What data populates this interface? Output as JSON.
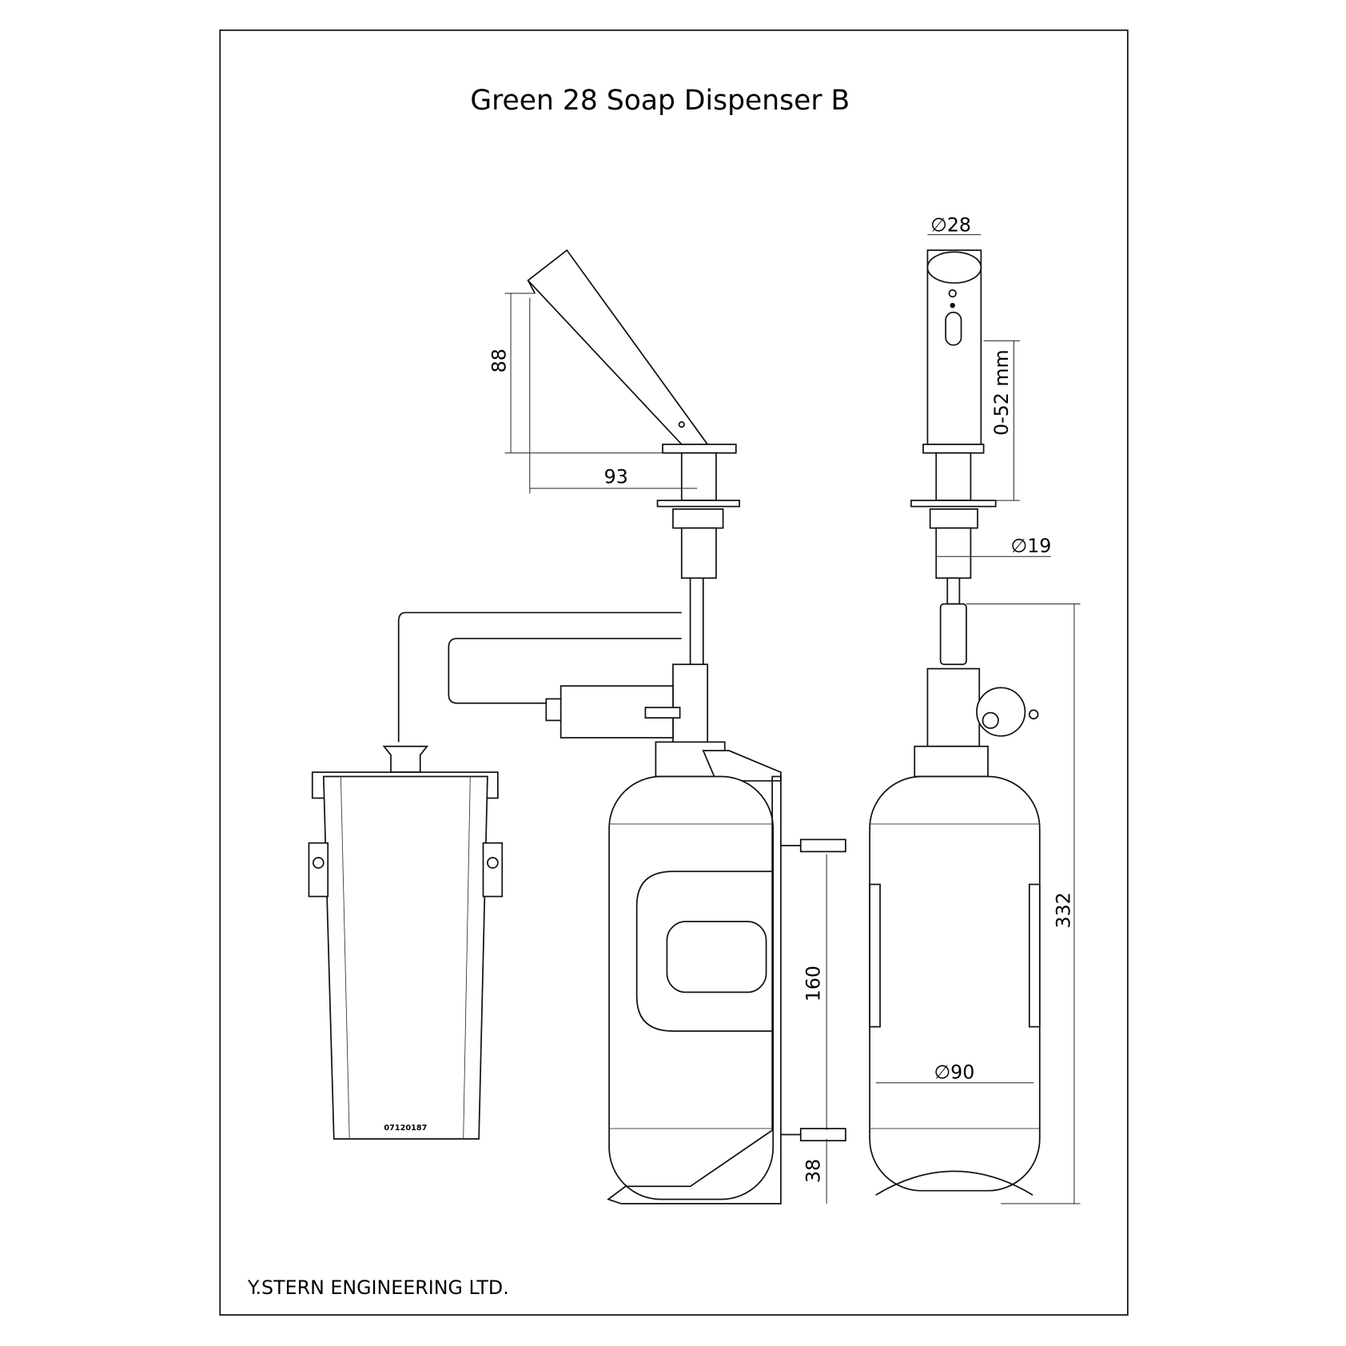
{
  "title": "Green 28 Soap Dispenser B",
  "footer": "Y.STERN ENGINEERING LTD.",
  "part_number": "07120187",
  "dimensions": {
    "spout_height": "88",
    "spout_reach": "93",
    "spout_diameter": "∅28",
    "deck_thickness": "0-52 mm",
    "shank_diameter": "∅19",
    "total_height": "332",
    "bracket_spacing": "160",
    "bottom_offset": "38",
    "bottle_diameter": "∅90"
  }
}
